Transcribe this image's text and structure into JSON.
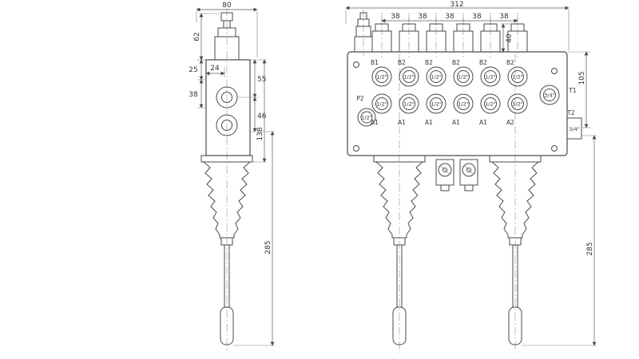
{
  "left_view": {
    "dim_80": "80",
    "dim_62": "62",
    "dim_25": "25",
    "dim_24": "24",
    "dim_55": "55",
    "dim_38": "38",
    "dim_46": "46",
    "dim_138": "138",
    "dim_285": "285"
  },
  "right_view": {
    "dim_312": "312",
    "dim_38s": [
      "38",
      "38",
      "38",
      "38",
      "38"
    ],
    "dim_40": "40",
    "dim_105": "105",
    "dim_285": "285",
    "b_labels": [
      "B1",
      "B2",
      "B2",
      "B2",
      "B2",
      "B2"
    ],
    "a_labels": [
      "A1",
      "A1",
      "A1",
      "A1",
      "A1",
      "A2"
    ],
    "half_inch": "1/2\"",
    "three_quarter_inch": "3/4\"",
    "p2": "P2",
    "t1": "T1",
    "t2": "T2"
  }
}
